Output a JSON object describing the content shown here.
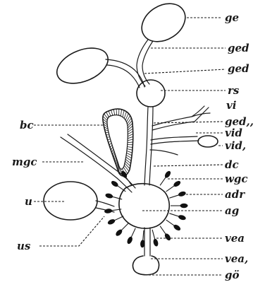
{
  "labels": {
    "ge": "ge",
    "ged1": "ged",
    "ged2": "ged",
    "rs": "rs",
    "vi": "vi",
    "ged3": "ged,,",
    "vid1": "vid",
    "vid2": "vid,",
    "dc": "dc",
    "wgc": "wgc",
    "adr": "adr",
    "ag": "ag",
    "vea1": "vea",
    "vea2": "vea,",
    "go": "gö",
    "bc": "bc",
    "mgc": "mgc",
    "u": "u",
    "us": "us"
  }
}
